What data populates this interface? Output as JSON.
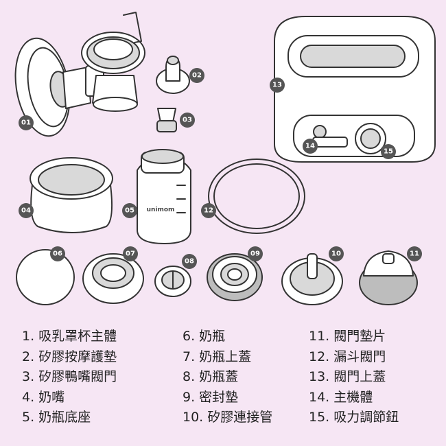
{
  "callouts": [
    "01",
    "02",
    "03",
    "04",
    "05",
    "06",
    "07",
    "08",
    "09",
    "10",
    "11",
    "12",
    "13",
    "14",
    "15"
  ],
  "bottle_brand": "unimom",
  "legend": {
    "column1": [
      "1. 吸乳罩杯主體",
      "2. 矽膠按摩護墊",
      "3. 矽膠鴨嘴閥門",
      "4. 奶嘴",
      "5. 奶瓶底座"
    ],
    "column2": [
      "6. 奶瓶",
      "7. 奶瓶上蓋",
      "8. 奶瓶蓋",
      "9. 密封墊",
      "10. 矽膠連接管"
    ],
    "column3": [
      "11. 閥門墊片",
      "12. 漏斗閥門",
      "13. 閥門上蓋",
      "14. 主機體",
      "15. 吸力調節鈕"
    ]
  },
  "colors": {
    "background": "#f6e6f4",
    "badge": "#555555",
    "line": "#333333"
  }
}
